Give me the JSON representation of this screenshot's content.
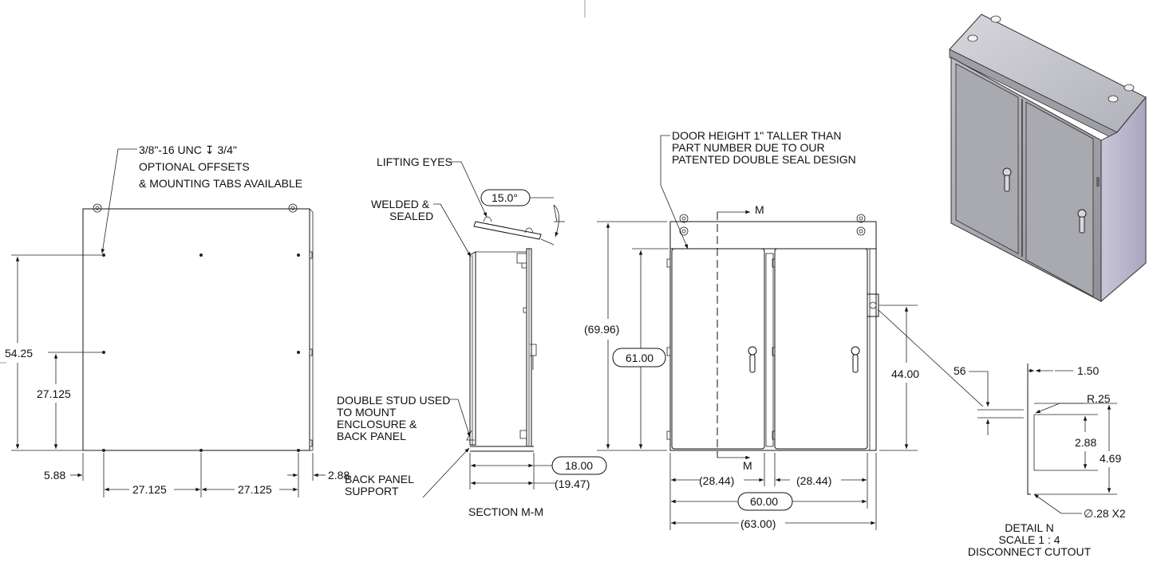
{
  "front_view": {
    "callout_line1": "3/8\"-16 UNC ↧ 3/4\"",
    "callout_line2": "OPTIONAL OFFSETS",
    "callout_line3": "& MOUNTING TABS AVAILABLE",
    "dim_54_25": "54.25",
    "dim_27_125_v": "27.125",
    "dim_5_88": "5.88",
    "dim_27_125_a": "27.125",
    "dim_27_125_b": "27.125",
    "dim_2_88": "2.88"
  },
  "section_view": {
    "lifting_eyes": "LIFTING EYES",
    "angle": "15.0°",
    "welded_line1": "WELDED &",
    "welded_line2": "SEALED",
    "double_stud_line1": "DOUBLE STUD USED",
    "double_stud_line2": "TO MOUNT",
    "double_stud_line3": "ENCLOSURE &",
    "double_stud_line4": "BACK PANEL",
    "back_panel_line1": "BACK PANEL",
    "back_panel_line2": "SUPPORT",
    "dim_18_00": "18.00",
    "dim_19_47": "(19.47)",
    "title": "SECTION M-M"
  },
  "door_view": {
    "note_line1": "DOOR HEIGHT 1\" TALLER THAN",
    "note_line2": "PART NUMBER DUE TO OUR",
    "note_line3": "PATENTED DOUBLE SEAL DESIGN",
    "section_marker_top": "M",
    "section_marker_bottom": "M",
    "dim_69_96": "(69.96)",
    "dim_61_00": "61.00",
    "dim_44_00": "44.00",
    "dim_28_44_left": "(28.44)",
    "dim_28_44_right": "(28.44)",
    "dim_60_00": "60.00",
    "dim_63_00": "(63.00)"
  },
  "detail_n": {
    "dim_56": "56",
    "dim_1_50": "1.50",
    "dim_r_25": "R.25",
    "dim_2_88": "2.88",
    "dim_4_69": "4.69",
    "dim_hole": "∅.28 X2",
    "title_line1": "DETAIL N",
    "title_line2": "SCALE 1 : 4",
    "title_line3": "DISCONNECT CUTOUT"
  }
}
